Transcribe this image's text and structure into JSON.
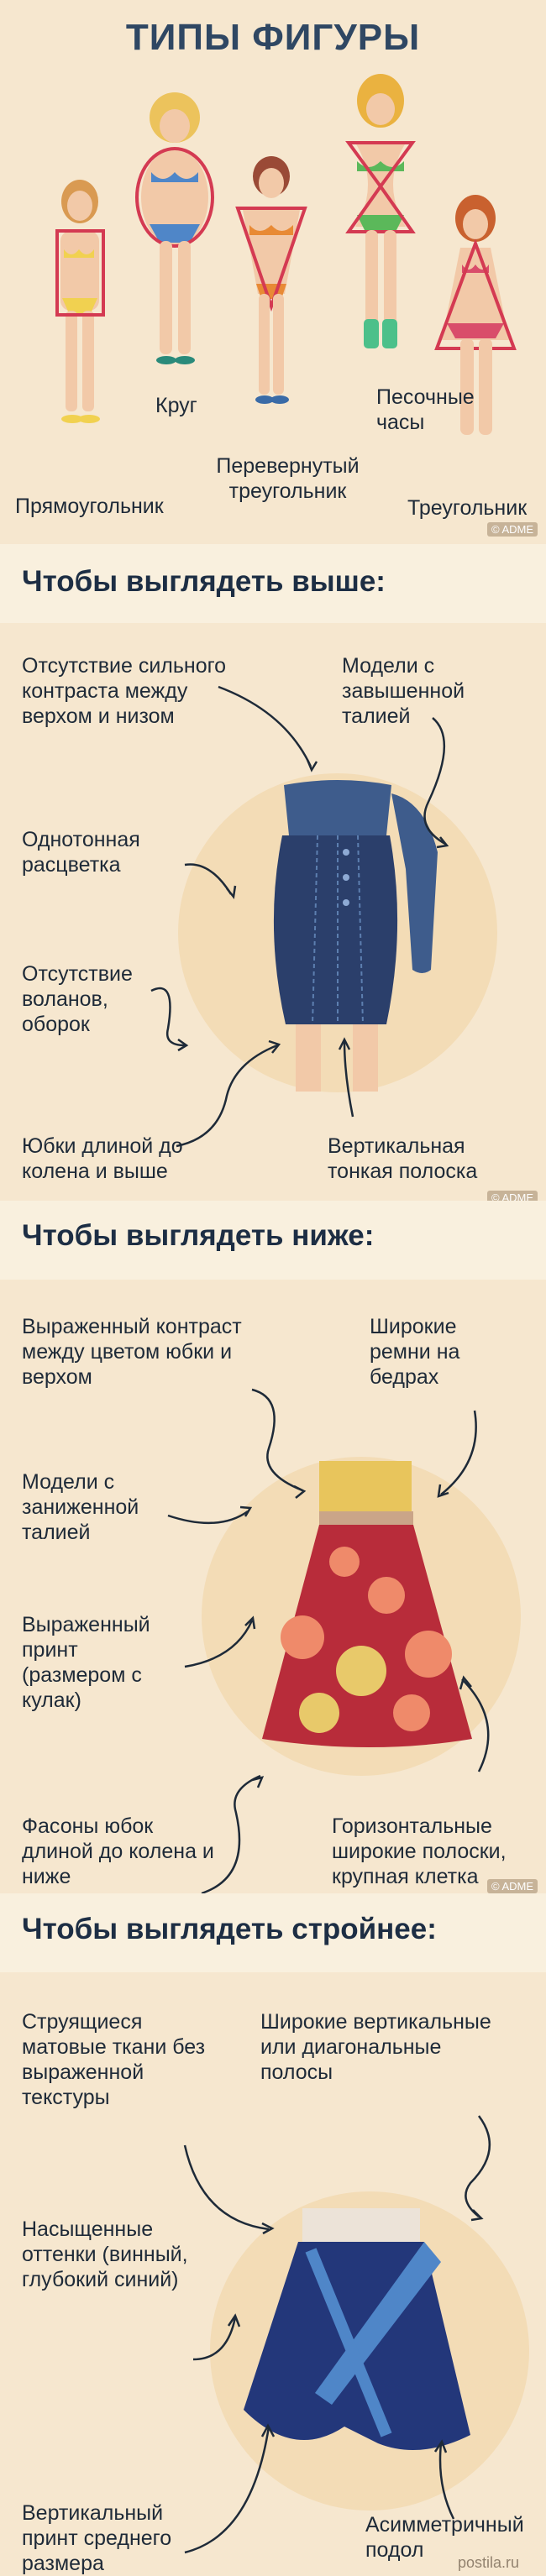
{
  "title": "ТИПЫ ФИГУРЫ",
  "figure_types": [
    "Прямоугольник",
    "Круг",
    "Перевернутый треугольник",
    "Песочные часы",
    "Треугольник"
  ],
  "credit": "© ADME",
  "sections": [
    {
      "heading": "Чтобы выглядеть выше:",
      "left_notes": [
        "Отсутствие сильного контраста между верхом и низом",
        "Однотонная расцветка",
        "Отсутствие воланов, оборок",
        "Юбки длиной до колена и выше"
      ],
      "right_notes": [
        "Модели с завышенной талией",
        "Вертикальная тонкая полоска"
      ]
    },
    {
      "heading": "Чтобы выглядеть ниже:",
      "left_notes": [
        "Выраженный контраст между цветом юбки и верхом",
        "Модели с заниженной талией",
        "Выраженный принт (размером с кулак)",
        "Фасоны юбок длиной до колена и ниже"
      ],
      "right_notes": [
        "Широкие ремни на бедрах",
        "Горизонтальные широкие полоски, крупная клетка"
      ]
    },
    {
      "heading": "Чтобы выглядеть стройнее:",
      "left_notes": [
        "Струящиеся матовые ткани без выраженной текстуры",
        "Насыщенные оттенки (винный, глубокий синий)",
        "Вертикальный принт среднего размера"
      ],
      "right_notes": [
        "Широкие вертикальные или диагональные полосы",
        "Асимметричный подол"
      ]
    }
  ],
  "watermark": "postila.ru",
  "colors": {
    "background": "#f6e7cf",
    "band": "#f9f0de",
    "title": "#2f4763",
    "figure_outline": "#d43a52"
  }
}
